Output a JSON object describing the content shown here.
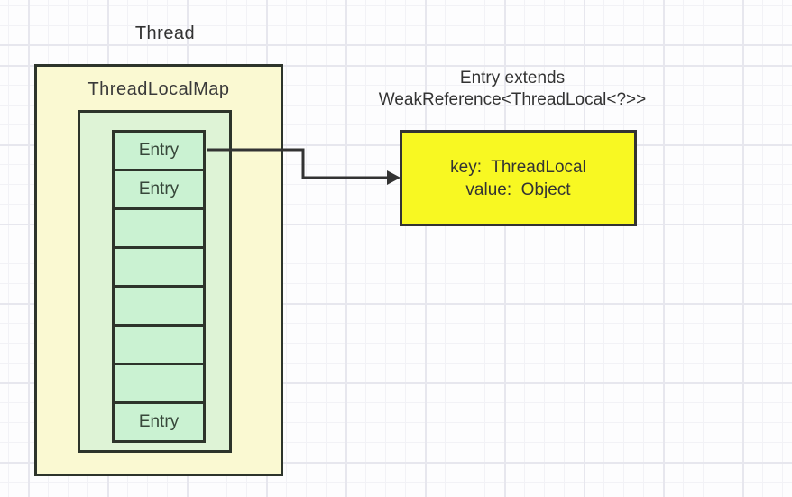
{
  "diagram": {
    "thread": {
      "label": "Thread"
    },
    "thread_local_map": {
      "title": "ThreadLocalMap",
      "entries": [
        {
          "label": "Entry"
        },
        {
          "label": "Entry"
        },
        {
          "label": ""
        },
        {
          "label": ""
        },
        {
          "label": ""
        },
        {
          "label": ""
        },
        {
          "label": ""
        },
        {
          "label": "Entry"
        }
      ]
    },
    "entry_note": {
      "line1": "Entry extends",
      "line2": "WeakReference<ThreadLocal<?>>"
    },
    "entry_detail": {
      "key_line": "key:  ThreadLocal",
      "value_line": "value:  Object"
    },
    "colors": {
      "outer_box_fill": "#FAF9D2",
      "inner_box_fill": "#DEF3D6",
      "entry_cell_fill": "#CAF2D2",
      "detail_box_fill": "#F8F822",
      "box_border": "#2D342B",
      "arrow": "#333333",
      "grid_major": "#e7e7ee",
      "grid_minor": "#f2f2f6"
    }
  }
}
